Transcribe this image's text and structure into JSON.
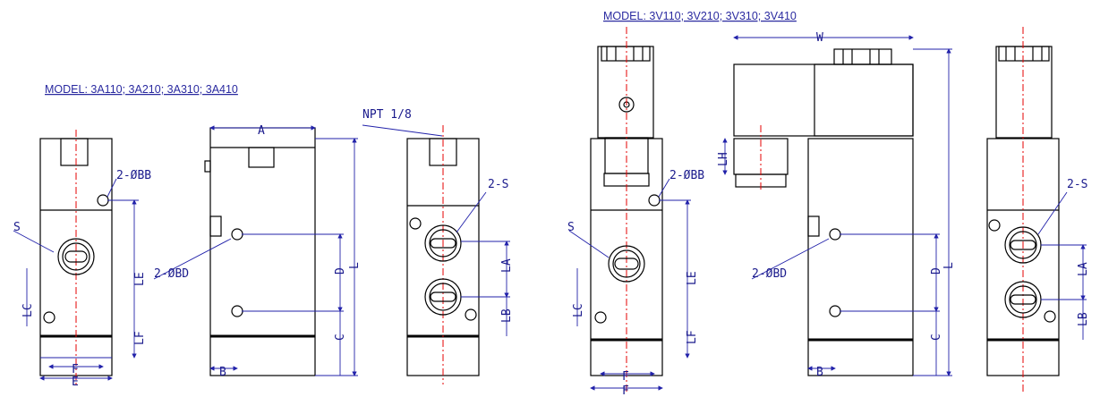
{
  "titles": {
    "left_model": "MODEL: 3A110; 3A210; 3A310; 3A410",
    "right_model": "MODEL: 3V110; 3V210; 3V310; 3V410"
  },
  "labels": {
    "npt": "NPT 1/8",
    "s": "S",
    "two_s": "2-S",
    "two_bb": "2-ØBB",
    "two_bd": "2-ØBD",
    "a": "A",
    "b": "B",
    "c": "C",
    "d": "D",
    "e": "E",
    "f": "F",
    "l": "L",
    "la": "LA",
    "lb": "LB",
    "lc": "LC",
    "le": "LE",
    "lf": "LF",
    "lh": "LH",
    "w": "W"
  },
  "colors": {
    "outline": "#000000",
    "centerline": "#e60000",
    "dimension": "#2222aa",
    "text": "#1a1a8c"
  }
}
